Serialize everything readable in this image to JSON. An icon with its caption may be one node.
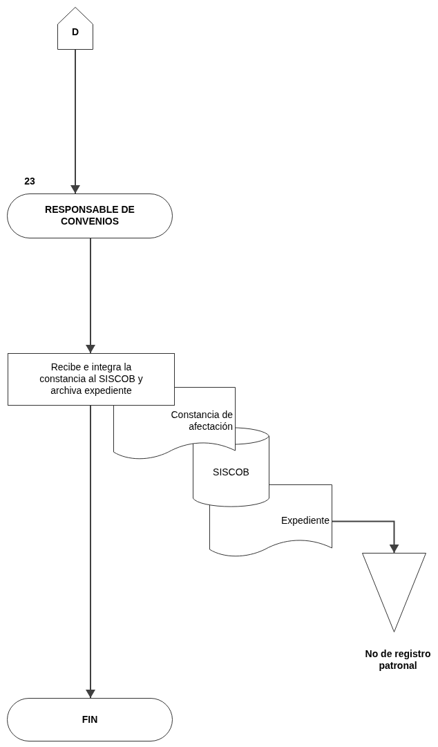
{
  "diagram": {
    "nodes": [
      {
        "text": [
          "D"
        ]
      },
      {
        "text": [
          "RESPONSABLE DE CONVENIOS"
        ]
      },
      {
        "text": [
          "Recibe e integra la constancia  al SISCOB y archiva expediente"
        ]
      },
      {
        "text": [
          "Constancia de afectación"
        ]
      },
      {
        "text": [
          "SISCOB"
        ]
      },
      {
        "text": [
          "Expediente"
        ]
      },
      {
        "text": [],
        "shape": "triangle",
        "beside": [
          "No de registro patronal"
        ]
      },
      {
        "text": [
          "FIN"
        ]
      }
    ],
    "edges": [
      {
        "from": 0,
        "to": 1,
        "arrow": "to"
      },
      {
        "from": 1,
        "to": 2,
        "arrow": "to"
      },
      {
        "from": 2,
        "to": 7,
        "arrow": "to"
      },
      {
        "from": 5,
        "to": 6,
        "arrow": "to"
      }
    ],
    "labels": [
      "23"
    ]
  }
}
